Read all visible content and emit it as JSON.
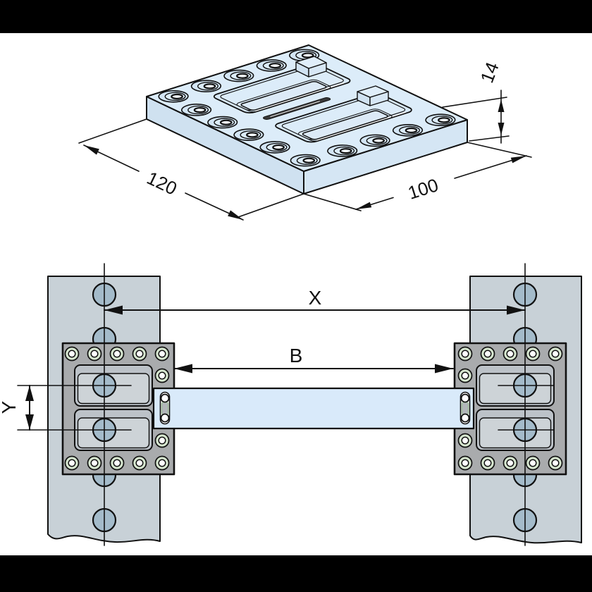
{
  "drawing": {
    "isometric_view": {
      "label_length": "120",
      "label_width": "100",
      "label_thickness": "14"
    },
    "plan_view": {
      "label_center_distance": "X",
      "label_beam_length": "B",
      "label_hole_pitch": "Y"
    },
    "colors": {
      "frame_bar": "#000000",
      "background": "#ffffff",
      "line": "#111111",
      "plate_blue_top": "#dcecf9",
      "plate_blue_left": "#cfe1f0",
      "plate_blue_right": "#d5e6f4",
      "rail_gray": "#c8d1d7",
      "pallet_gray": "#a9abad",
      "pocket_gray": "#bcc2c8",
      "pocket_floor_gray": "#cdd3d7",
      "hole_blue_gray": "#a4bbca",
      "screw_ring_green": "#d6e6cf",
      "beam_blue": "#d9eafa"
    }
  }
}
